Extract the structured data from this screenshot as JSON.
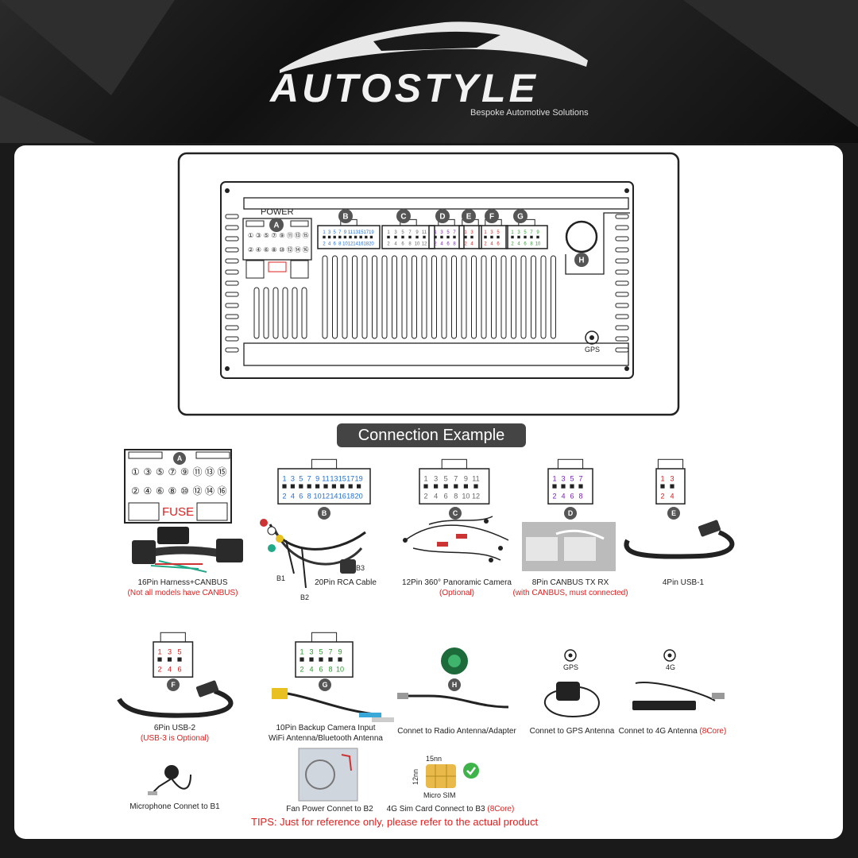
{
  "brand": {
    "name": "AUTOSTYLE",
    "tagline": "Bespoke Automotive Solutions"
  },
  "diagram": {
    "power_label": "POWER",
    "port_letters": [
      "A",
      "B",
      "C",
      "D",
      "E",
      "F",
      "G",
      "H"
    ],
    "gps_label": "GPS",
    "fuse_label": "FUSE"
  },
  "section_title": "Connection Example",
  "connectors": {
    "A": {
      "row1": [
        "①",
        "③",
        "⑤",
        "⑦",
        "⑨",
        "⑪",
        "⑬",
        "⑮"
      ],
      "row2": [
        "②",
        "④",
        "⑥",
        "⑧",
        "⑩",
        "⑫",
        "⑭",
        "⑯"
      ]
    },
    "B": {
      "top": [
        "1",
        "3",
        "5",
        "7",
        "9",
        "11",
        "13",
        "15",
        "17",
        "19"
      ],
      "bottom": [
        "2",
        "4",
        "6",
        "8",
        "10",
        "12",
        "14",
        "16",
        "18",
        "20"
      ]
    },
    "C": {
      "top": [
        "1",
        "3",
        "5",
        "7",
        "9",
        "11"
      ],
      "bottom": [
        "2",
        "4",
        "6",
        "8",
        "10",
        "12"
      ]
    },
    "D": {
      "top": [
        "1",
        "3",
        "5",
        "7"
      ],
      "bottom": [
        "2",
        "4",
        "6",
        "8"
      ]
    },
    "E": {
      "top": [
        "1",
        "3"
      ],
      "bottom": [
        "2",
        "4"
      ]
    },
    "F": {
      "top": [
        "1",
        "3",
        "5"
      ],
      "bottom": [
        "2",
        "4",
        "6"
      ]
    },
    "G": {
      "top": [
        "1",
        "3",
        "5",
        "7",
        "9"
      ],
      "bottom": [
        "2",
        "4",
        "6",
        "8",
        "10"
      ]
    }
  },
  "cable_labels": {
    "b1": "B1",
    "b2": "B2",
    "b3": "B3",
    "gps": "GPS",
    "4g": "4G"
  },
  "sim": {
    "width": "15nn",
    "height": "12nn",
    "label": "Micro SIM"
  },
  "captions": {
    "a": {
      "title": "16Pin Harness+CANBUS",
      "note": "(Not all models have CANBUS)"
    },
    "b": {
      "title": "20Pin RCA Cable"
    },
    "c": {
      "title": "12Pin 360° Panoramic Camera",
      "note": "(Optional)"
    },
    "d": {
      "title": "8Pin CANBUS TX RX",
      "note": "(with CANBUS, must connected)"
    },
    "e": {
      "title": "4Pin USB-1"
    },
    "f": {
      "title": "6Pin USB-2",
      "note": "(USB-3 is Optional)"
    },
    "g": {
      "title1": "10Pin Backup Camera Input",
      "title2": "WiFi Antenna/Bluetooth Antenna"
    },
    "h": {
      "title": "Connet to Radio Antenna/Adapter"
    },
    "gps": {
      "title": "Connet to GPS Antenna"
    },
    "fourg": {
      "title": "Connet to 4G Antenna",
      "note": "(8Core)"
    },
    "mic": {
      "title": "Microphone Connet to B1"
    },
    "fan": {
      "title": "Fan Power Connet to B2"
    },
    "sim": {
      "title": "4G Sim Card Connect to B3",
      "note": "(8Core)"
    }
  },
  "tips": "TIPS: Just for reference only, please refer to the actual product",
  "colors": {
    "blue": "#1f6fd1",
    "purple": "#7a1fb3",
    "green": "#2e9a2e",
    "red": "#d22222",
    "letter_bg": "#555555"
  }
}
